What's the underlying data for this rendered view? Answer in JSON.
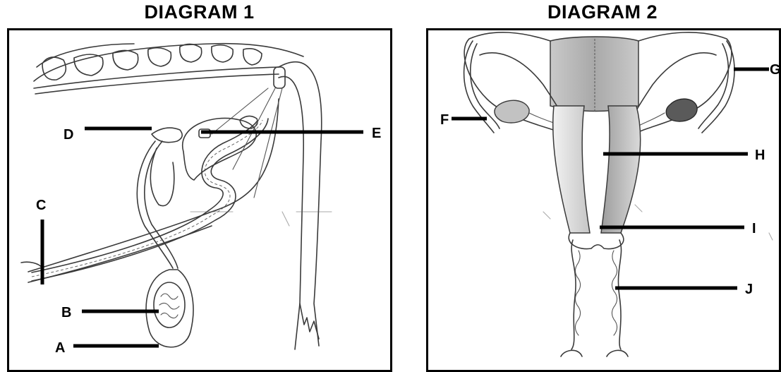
{
  "diagram1": {
    "title": "DIAGRAM 1",
    "labels": {
      "A": "A",
      "B": "B",
      "C": "C",
      "D": "D",
      "E": "E"
    }
  },
  "diagram2": {
    "title": "DIAGRAM 2",
    "labels": {
      "F": "F",
      "G": "G",
      "H": "H",
      "I": "I",
      "J": "J"
    }
  },
  "colors": {
    "ink": "#3a3a3a",
    "pointer": "#000000",
    "shade": "#9a9a9a"
  }
}
